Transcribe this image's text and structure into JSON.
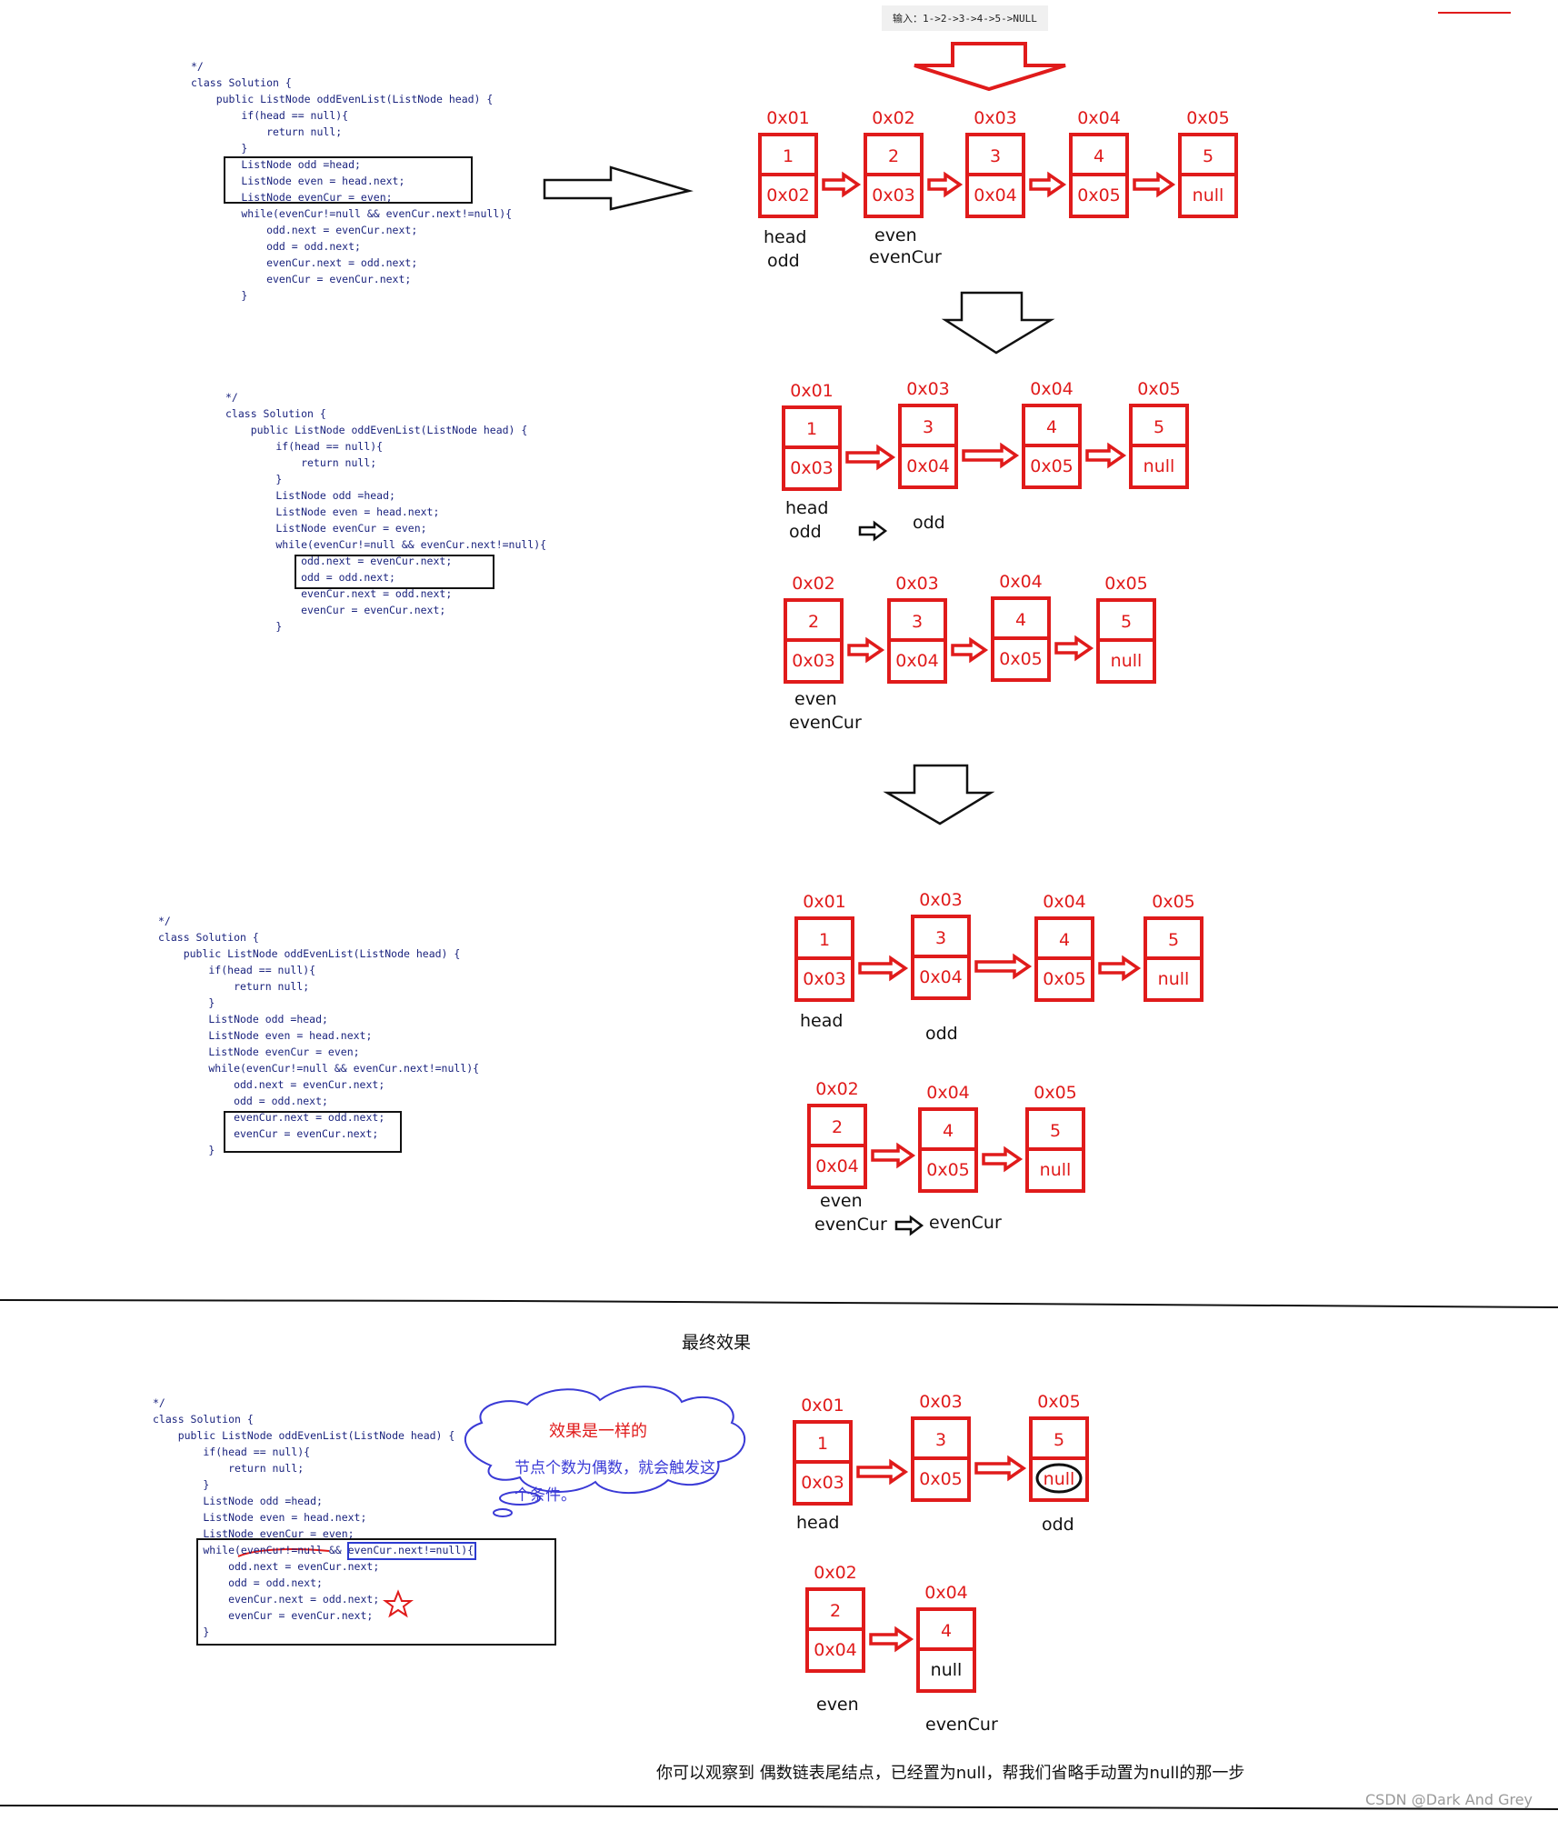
{
  "input_label": "输入：1->2->3->4->5->NULL",
  "section_divider_title": "最终效果",
  "note_same_effect": "效果是一样的",
  "bubble_text": "节点个数为偶数，就会触发这个条件。",
  "footer_note": "你可以观察到 偶数链表尾结点，已经置为null，帮我们省略手动置为null的那一步",
  "watermark": "CSDN @Dark And Grey",
  "code_blocks": [
    {
      "lines": [
        "*/",
        "class Solution {",
        "    public ListNode oddEvenList(ListNode head) {",
        "        if(head == null){",
        "            return null;",
        "        }",
        "        ListNode odd =head;",
        "        ListNode even = head.next;",
        "        ListNode evenCur = even;",
        "        while(evenCur!=null && evenCur.next!=null){",
        "            odd.next = evenCur.next;",
        "            odd = odd.next;",
        "            evenCur.next = odd.next;",
        "            evenCur = evenCur.next;",
        "        }"
      ]
    },
    {
      "lines": [
        "*/",
        "class Solution {",
        "    public ListNode oddEvenList(ListNode head) {",
        "        if(head == null){",
        "            return null;",
        "        }",
        "        ListNode odd =head;",
        "        ListNode even = head.next;",
        "        ListNode evenCur = even;",
        "        while(evenCur!=null && evenCur.next!=null){",
        "            odd.next = evenCur.next;",
        "            odd = odd.next;",
        "            evenCur.next = odd.next;",
        "            evenCur = evenCur.next;",
        "        }"
      ]
    },
    {
      "lines": [
        "*/",
        "class Solution {",
        "    public ListNode oddEvenList(ListNode head) {",
        "        if(head == null){",
        "            return null;",
        "        }",
        "        ListNode odd =head;",
        "        ListNode even = head.next;",
        "        ListNode evenCur = even;",
        "        while(evenCur!=null && evenCur.next!=null){",
        "            odd.next = evenCur.next;",
        "            odd = odd.next;",
        "            evenCur.next = odd.next;",
        "            evenCur = evenCur.next;",
        "        }"
      ]
    },
    {
      "lines": [
        "*/",
        "class Solution {",
        "    public ListNode oddEvenList(ListNode head) {",
        "        if(head == null){",
        "            return null;",
        "        }",
        "        ListNode odd =head;",
        "        ListNode even = head.next;",
        "        ListNode evenCur = even;",
        "        while(evenCur!=null && evenCur.next!=null){",
        "            odd.next = evenCur.next;",
        "            odd = odd.next;",
        "            evenCur.next = odd.next;",
        "            evenCur = evenCur.next;",
        "        }"
      ]
    }
  ],
  "lists": [
    {
      "nodes": [
        {
          "addr": "0x01",
          "val": "1",
          "next": "0x02"
        },
        {
          "addr": "0x02",
          "val": "2",
          "next": "0x03"
        },
        {
          "addr": "0x03",
          "val": "3",
          "next": "0x04"
        },
        {
          "addr": "0x04",
          "val": "4",
          "next": "0x05"
        },
        {
          "addr": "0x05",
          "val": "5",
          "next": "null"
        }
      ]
    },
    {
      "nodes": [
        {
          "addr": "0x01",
          "val": "1",
          "next": "0x03"
        },
        {
          "addr": "0x03",
          "val": "3",
          "next": "0x04"
        },
        {
          "addr": "0x04",
          "val": "4",
          "next": "0x05"
        },
        {
          "addr": "0x05",
          "val": "5",
          "next": "null"
        }
      ]
    },
    {
      "nodes": [
        {
          "addr": "0x02",
          "val": "2",
          "next": "0x03"
        },
        {
          "addr": "0x03",
          "val": "3",
          "next": "0x04"
        },
        {
          "addr": "0x04",
          "val": "4",
          "next": "0x05"
        },
        {
          "addr": "0x05",
          "val": "5",
          "next": "null"
        }
      ]
    },
    {
      "nodes": [
        {
          "addr": "0x01",
          "val": "1",
          "next": "0x03"
        },
        {
          "addr": "0x03",
          "val": "3",
          "next": "0x04"
        },
        {
          "addr": "0x04",
          "val": "4",
          "next": "0x05"
        },
        {
          "addr": "0x05",
          "val": "5",
          "next": "null"
        }
      ]
    },
    {
      "nodes": [
        {
          "addr": "0x02",
          "val": "2",
          "next": "0x04"
        },
        {
          "addr": "0x04",
          "val": "4",
          "next": "0x05"
        },
        {
          "addr": "0x05",
          "val": "5",
          "next": "null"
        }
      ]
    },
    {
      "nodes": [
        {
          "addr": "0x01",
          "val": "1",
          "next": "0x03"
        },
        {
          "addr": "0x03",
          "val": "3",
          "next": "0x05"
        },
        {
          "addr": "0x05",
          "val": "5",
          "next": "null"
        }
      ]
    },
    {
      "nodes": [
        {
          "addr": "0x02",
          "val": "2",
          "next": "0x04"
        },
        {
          "addr": "0x04",
          "val": "4",
          "next": "null"
        }
      ]
    }
  ],
  "labels": {
    "s1_head": "head",
    "s1_odd": "odd",
    "s1_even": "even",
    "s1_evencur": "evenCur",
    "s2_head": "head",
    "s2_odd": "odd",
    "s2_odd_new": "odd",
    "s2_even": "even",
    "s2_evencur": "evenCur",
    "s3_head": "head",
    "s3_odd": "odd",
    "s3_even": "even",
    "s3_evencur": "evenCur",
    "s3_evencur_new": "evenCur",
    "s4_head": "head",
    "s4_odd": "odd",
    "s4_even": "even",
    "s4_evencur": "evenCur"
  }
}
